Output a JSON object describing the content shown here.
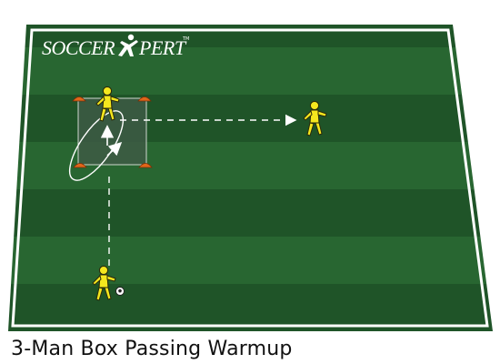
{
  "brand": {
    "logo_text": "SOCCERXPERT",
    "trademark": "TM"
  },
  "caption": "3-Man Box Passing Warmup",
  "colors": {
    "pitch_dark": "#1e5227",
    "pitch_light": "#2a6a33",
    "line": "#ffffff",
    "player_fill": "#f5e71e",
    "player_outline": "#2b2b0a",
    "cone": "#e0661a"
  },
  "icons": {
    "player": "player-icon",
    "cone": "cone-icon",
    "ball": "soccer-ball-icon",
    "pass_arrow": "pass-arrow",
    "run_arrow": "run-arrow"
  }
}
